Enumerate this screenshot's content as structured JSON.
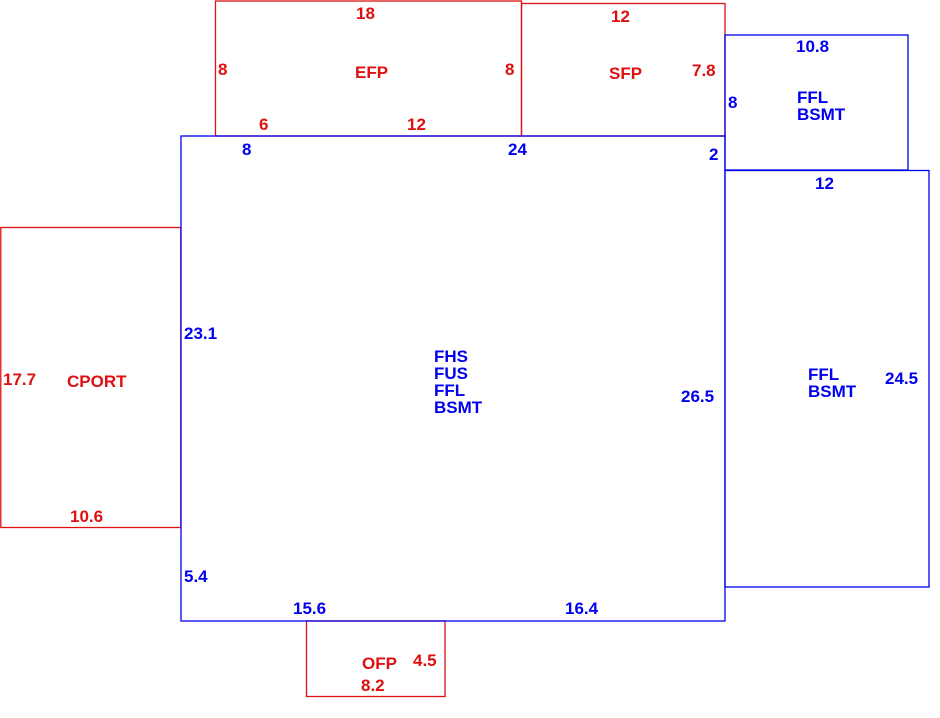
{
  "colors": {
    "blue": "#0000ee",
    "red": "#dd1111",
    "background": "#ffffff"
  },
  "areas": {
    "main": {
      "codes": [
        "FHS",
        "FUS",
        "FFL",
        "BSMT"
      ]
    },
    "east_wing": {
      "codes": [
        "FFL",
        "BSMT"
      ]
    },
    "ne_wing": {
      "codes": [
        "FFL",
        "BSMT"
      ]
    },
    "efp": {
      "code": "EFP"
    },
    "sfp": {
      "code": "SFP"
    },
    "cport": {
      "code": "CPORT"
    },
    "ofp": {
      "code": "OFP"
    }
  },
  "dimensions": {
    "main_top_left": "8",
    "main_top_mid": "24",
    "main_top_right": "2",
    "main_left": "23.1",
    "main_left_lower": "5.4",
    "main_bottom_left": "15.6",
    "main_bottom_right": "16.4",
    "main_right": "26.5",
    "efp_top": "18",
    "efp_left": "8",
    "efp_right": "8",
    "efp_bottom_left": "6",
    "efp_bottom_right": "12",
    "sfp_top": "12",
    "sfp_right": "7.8",
    "ne_top": "10.8",
    "ne_left": "8",
    "east_top": "12",
    "east_right": "24.5",
    "cport_left": "17.7",
    "cport_bottom": "10.6",
    "ofp_right": "4.5",
    "ofp_bottom": "8.2"
  }
}
